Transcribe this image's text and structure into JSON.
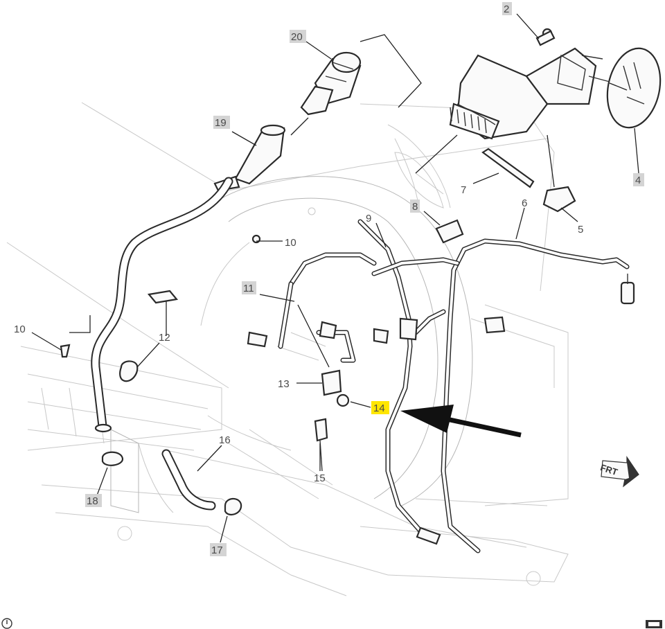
{
  "callouts": {
    "c2": "2",
    "c4": "4",
    "c5": "5",
    "c6": "6",
    "c7": "7",
    "c8": "8",
    "c9": "9",
    "c10a": "10",
    "c10b": "10",
    "c11": "11",
    "c12": "12",
    "c13": "13",
    "c14": "14",
    "c15": "15",
    "c16": "16",
    "c17": "17",
    "c18": "18",
    "c19": "19",
    "c20": "20"
  },
  "direction_label": "FRT",
  "highlighted_callout": "14",
  "colors": {
    "highlight": "#ffe600",
    "callout_box": "#d4d4d4",
    "line": "#2a2a2a"
  }
}
